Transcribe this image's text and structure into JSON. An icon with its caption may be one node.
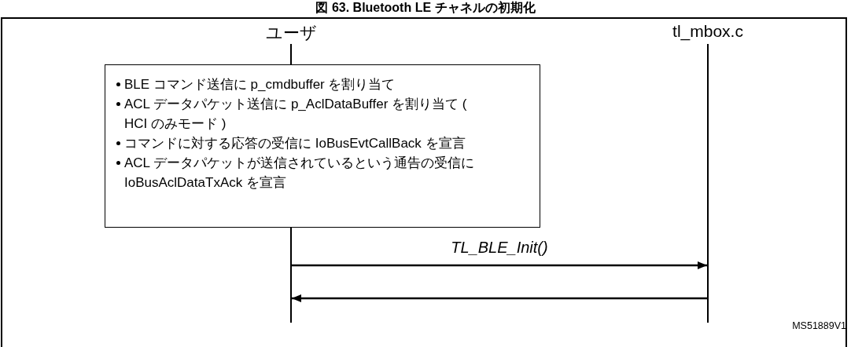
{
  "diagram": {
    "title": "図 63. Bluetooth LE チャネルの初期化",
    "nodes": [
      {
        "text": [
          "ユーザ"
        ]
      },
      {
        "text": [
          "tl_mbox.c"
        ]
      },
      {
        "text": [
          "BLE コマンド送信に p_cmdbuffer を割り当て",
          "ACL データパケット送信に p_AclDataBuffer を割り当て ( HCI のみモード )",
          "コマンドに対する応答の受信に IoBusEvtCallBack を宣言",
          "ACL データパケットが送信されているという通告の受信に IoBusAclDataTxAck を宣言"
        ]
      },
      {
        "text": [],
        "shape": "bar"
      },
      {
        "text": [],
        "shape": "bar"
      }
    ],
    "edges": [
      {
        "from": 3,
        "to": 4,
        "arrow": "to",
        "label": "TL_BLE_Init()"
      },
      {
        "from": 4,
        "to": 3,
        "arrow": "to"
      }
    ],
    "labels": [
      "MS51889V1"
    ]
  }
}
